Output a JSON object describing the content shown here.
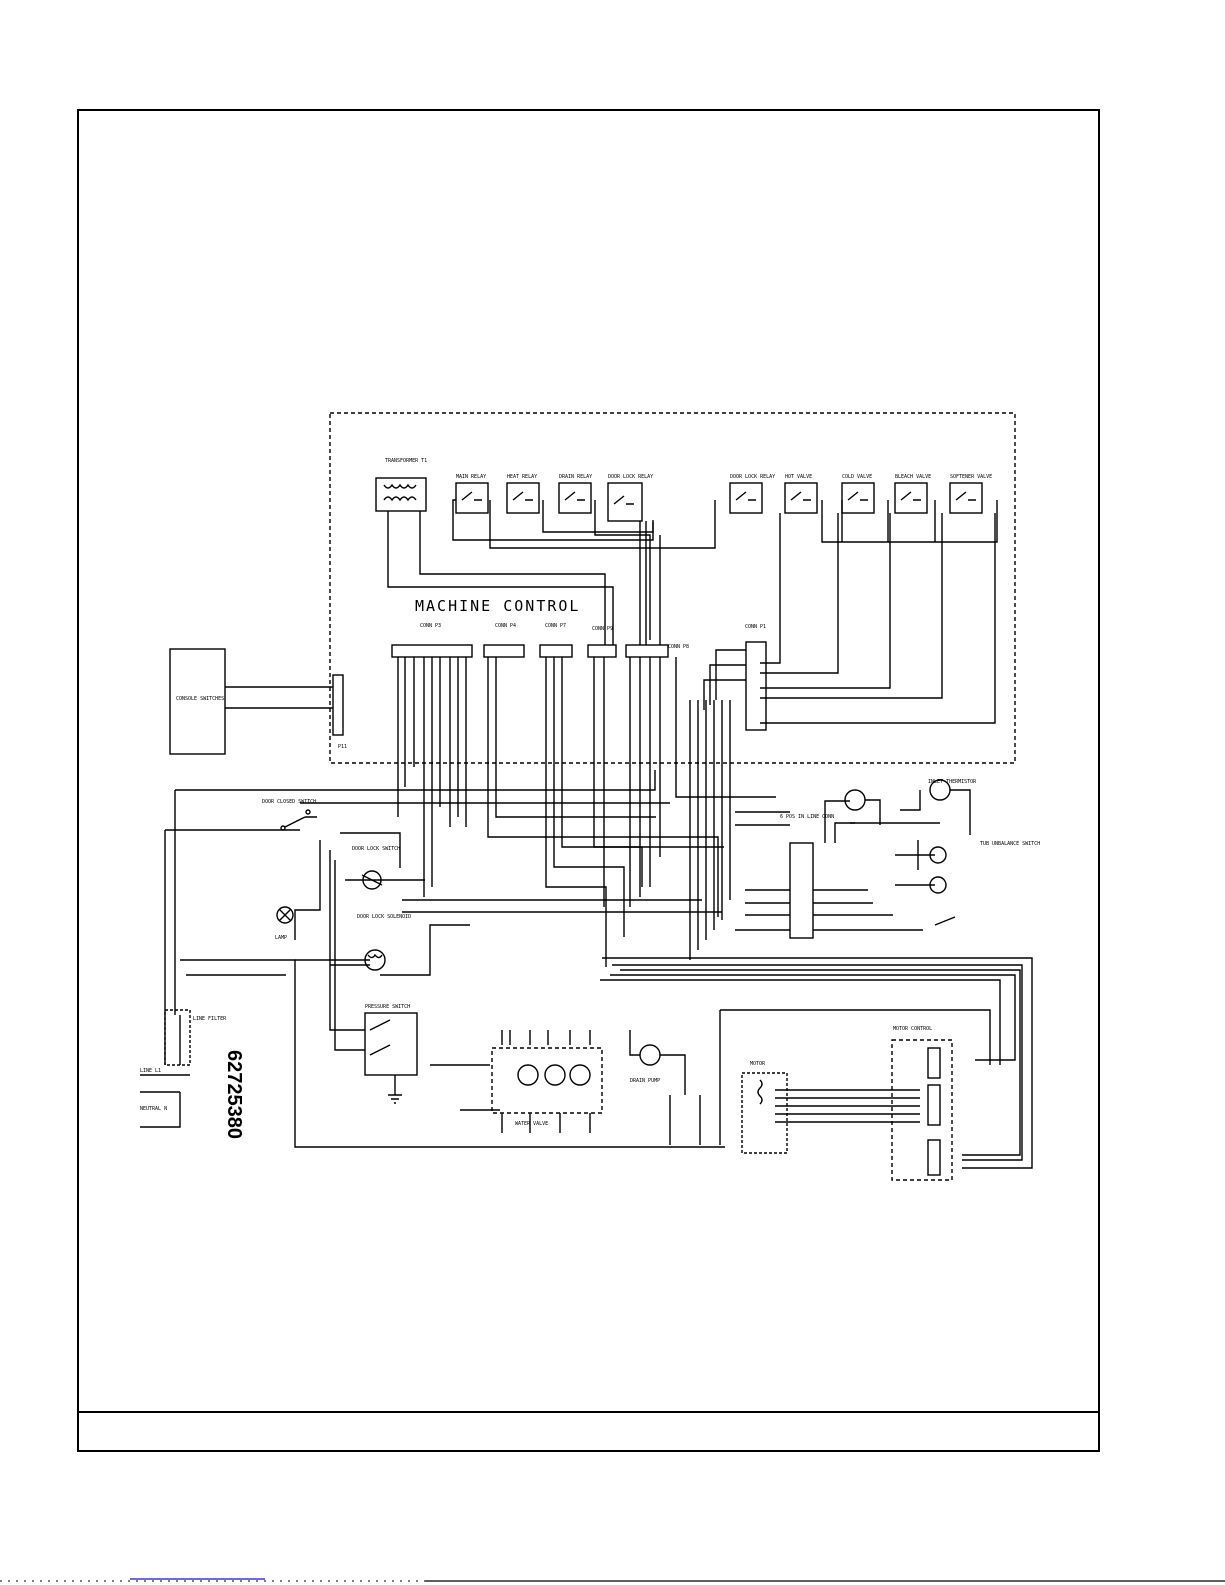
{
  "diagram": {
    "title": "MACHINE CONTROL",
    "part_number": "62725380",
    "connectors": {
      "p3": "CONN P3",
      "p4": "CONN P4",
      "p7": "CONN P7",
      "p9": "CONN P9",
      "p8": "CONN P8",
      "p1": "CONN P1",
      "p11": "P11",
      "transformer": "TRANSFORMER T1"
    },
    "components": {
      "console_switches": "CONSOLE SWITCHES",
      "door_closed_switch": "DOOR CLOSED SWITCH",
      "door_lock_switch": "DOOR LOCK SWITCH",
      "door_lock_solenoid": "DOOR LOCK SOLENOID",
      "lamp": "LAMP",
      "pressure_switch": "PRESSURE SWITCH",
      "water_valve": "WATER VALVE",
      "drain_pump": "DRAIN PUMP",
      "motor": "MOTOR",
      "motor_control": "MOTOR CONTROL",
      "line_filter": "LINE FILTER",
      "tub_unbalance_switch": "TUB UNBALANCE SWITCH",
      "inlet_thermistor": "INLET THERMISTOR",
      "six_pos_inline_conn": "6 POS IN LINE CONN"
    },
    "relays": [
      "MAIN RELAY",
      "HEAT RELAY",
      "DRAIN RELAY",
      "DOOR LOCK RELAY",
      "DOOR LOCK RELAY",
      "HOT VALVE",
      "COLD VALVE",
      "BLEACH VALVE",
      "SOFTENER VALVE"
    ],
    "power": {
      "line": "LINE L1",
      "neutral": "NEUTRAL N"
    }
  }
}
